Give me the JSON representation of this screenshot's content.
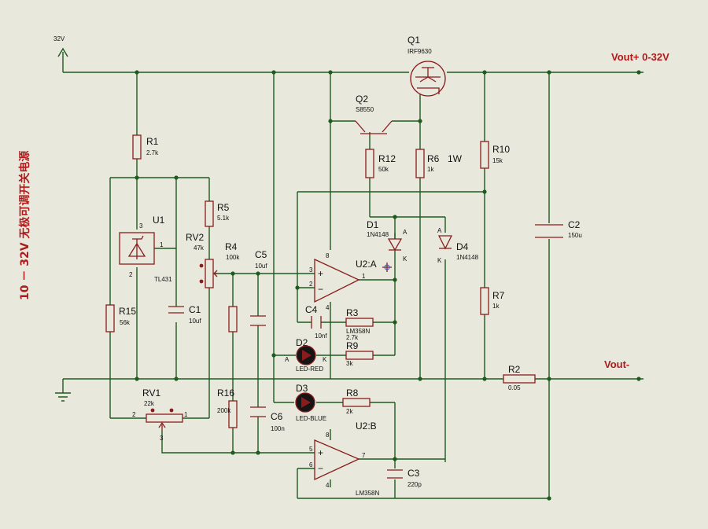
{
  "title_vertical": "10 － 32V 无极可调开关电源",
  "nets": {
    "supply": "32V",
    "vout_plus": "Vout+ 0-32V",
    "vout_minus": "Vout-"
  },
  "parts": {
    "Q1": {
      "ref": "Q1",
      "value": "IRF9630"
    },
    "Q2": {
      "ref": "Q2",
      "value": "S8550"
    },
    "R1": {
      "ref": "R1",
      "value": "2.7k"
    },
    "R12": {
      "ref": "R12",
      "value": "50k"
    },
    "R6": {
      "ref": "R6",
      "value": "1k",
      "extra": "1W"
    },
    "R10": {
      "ref": "R10",
      "value": "15k"
    },
    "R5": {
      "ref": "R5",
      "value": "5.1k"
    },
    "RV2": {
      "ref": "RV2",
      "value": "47k"
    },
    "R4": {
      "ref": "R4",
      "value": "100k"
    },
    "C5": {
      "ref": "C5",
      "value": "10uf"
    },
    "U1": {
      "ref": "U1",
      "value": "TL431"
    },
    "C1": {
      "ref": "C1",
      "value": "10uf"
    },
    "R15": {
      "ref": "R15",
      "value": "56k"
    },
    "D1": {
      "ref": "D1",
      "value": "1N4148"
    },
    "D4": {
      "ref": "D4",
      "value": "1N4148"
    },
    "C2": {
      "ref": "C2",
      "value": "150u"
    },
    "U2A": {
      "ref": "U2:A",
      "value": "LM358N"
    },
    "C4": {
      "ref": "C4",
      "value": "10nf"
    },
    "R3": {
      "ref": "R3",
      "value": "2.7k"
    },
    "D2": {
      "ref": "D2",
      "value": "LED-RED"
    },
    "R9": {
      "ref": "R9",
      "value": "3k"
    },
    "R7": {
      "ref": "R7",
      "value": "1k"
    },
    "R2": {
      "ref": "R2",
      "value": "0.05"
    },
    "RV1": {
      "ref": "RV1",
      "value": "22k"
    },
    "R16": {
      "ref": "R16",
      "value": "200k"
    },
    "C6": {
      "ref": "C6",
      "value": "100n"
    },
    "D3": {
      "ref": "D3",
      "value": "LED-BLUE"
    },
    "R8": {
      "ref": "R8",
      "value": "2k"
    },
    "U2B": {
      "ref": "U2:B",
      "value": "LM358N"
    },
    "C3": {
      "ref": "C3",
      "value": "220p"
    }
  },
  "pins": {
    "u1_1": "1",
    "u1_2": "2",
    "u1_3": "3",
    "u2a_3": "3",
    "u2a_2": "2",
    "u2a_1": "1",
    "u2a_8": "8",
    "u2a_4": "4",
    "u2b_5": "5",
    "u2b_6": "6",
    "u2b_7": "7",
    "u2b_8": "8",
    "u2b_4": "4",
    "rv1_1": "1",
    "rv1_2": "2",
    "rv1_3": "3",
    "d2_a": "A",
    "d2_k": "K",
    "d1_a": "A",
    "d1_k": "K",
    "d4_a": "A",
    "d4_k": "K"
  }
}
